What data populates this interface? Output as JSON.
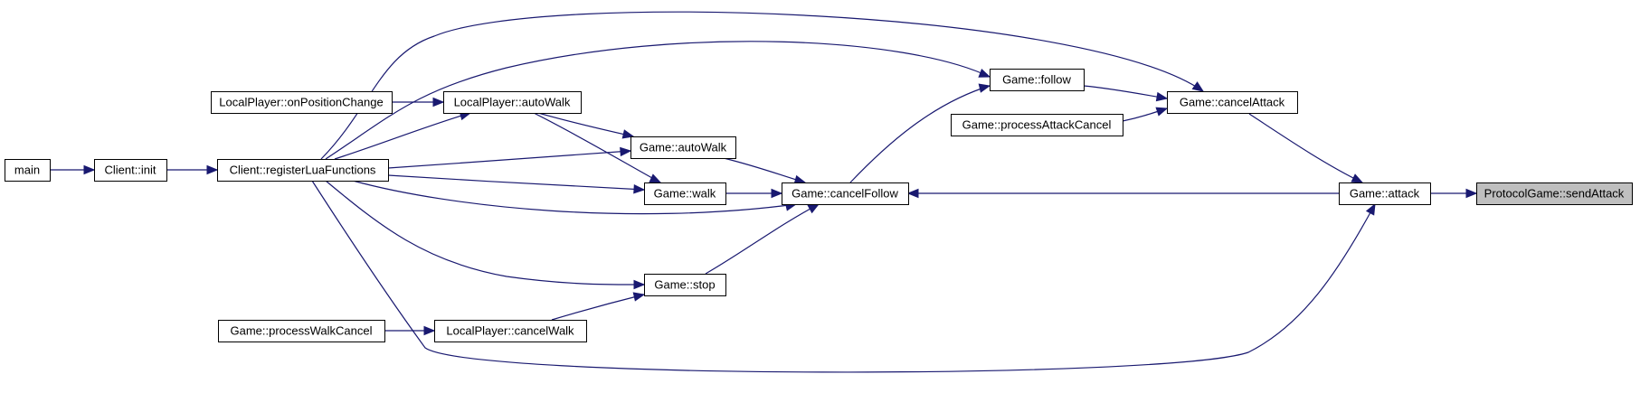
{
  "graph": {
    "nodes": [
      {
        "id": "sendattack",
        "label": "ProtocolGame::sendAttack",
        "root": true
      },
      {
        "id": "attack",
        "label": "Game::attack"
      },
      {
        "id": "cancelattack",
        "label": "Game::cancelAttack"
      },
      {
        "id": "cancelfollow",
        "label": "Game::cancelFollow"
      },
      {
        "id": "follow",
        "label": "Game::follow"
      },
      {
        "id": "processattackcancel",
        "label": "Game::processAttackCancel"
      },
      {
        "id": "autowalk",
        "label": "Game::autoWalk"
      },
      {
        "id": "walk",
        "label": "Game::walk"
      },
      {
        "id": "stop",
        "label": "Game::stop"
      },
      {
        "id": "lp_autowalk",
        "label": "LocalPlayer::autoWalk"
      },
      {
        "id": "lp_cancelwalk",
        "label": "LocalPlayer::cancelWalk"
      },
      {
        "id": "lp_onpositionchange",
        "label": "LocalPlayer::onPositionChange"
      },
      {
        "id": "processwalkcancel",
        "label": "Game::processWalkCancel"
      },
      {
        "id": "registerlua",
        "label": "Client::registerLuaFunctions"
      },
      {
        "id": "clientinit",
        "label": "Client::init"
      },
      {
        "id": "main",
        "label": "main"
      }
    ],
    "edges": [
      {
        "from": "attack",
        "to": "sendattack"
      },
      {
        "from": "cancelattack",
        "to": "attack"
      },
      {
        "from": "registerlua",
        "to": "attack"
      },
      {
        "from": "attack",
        "to": "cancelfollow"
      },
      {
        "from": "follow",
        "to": "cancelattack"
      },
      {
        "from": "processattackcancel",
        "to": "cancelattack"
      },
      {
        "from": "registerlua",
        "to": "cancelattack"
      },
      {
        "from": "cancelfollow",
        "to": "follow"
      },
      {
        "from": "registerlua",
        "to": "follow"
      },
      {
        "from": "autowalk",
        "to": "cancelfollow"
      },
      {
        "from": "walk",
        "to": "cancelfollow"
      },
      {
        "from": "stop",
        "to": "cancelfollow"
      },
      {
        "from": "registerlua",
        "to": "cancelfollow"
      },
      {
        "from": "lp_autowalk",
        "to": "autowalk"
      },
      {
        "from": "registerlua",
        "to": "autowalk"
      },
      {
        "from": "lp_autowalk",
        "to": "walk"
      },
      {
        "from": "registerlua",
        "to": "walk"
      },
      {
        "from": "lp_cancelwalk",
        "to": "stop"
      },
      {
        "from": "registerlua",
        "to": "stop"
      },
      {
        "from": "registerlua",
        "to": "lp_autowalk"
      },
      {
        "from": "lp_onpositionchange",
        "to": "lp_autowalk"
      },
      {
        "from": "processwalkcancel",
        "to": "lp_cancelwalk"
      },
      {
        "from": "clientinit",
        "to": "registerlua"
      },
      {
        "from": "main",
        "to": "clientinit"
      }
    ]
  }
}
